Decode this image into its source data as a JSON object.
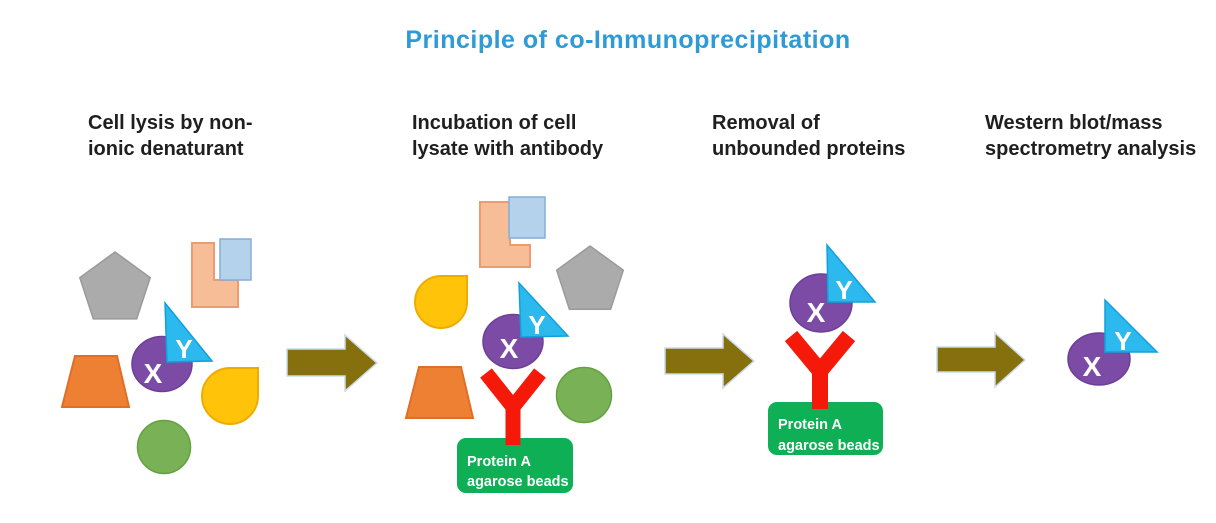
{
  "title": "Principle of co-Immunoprecipitation",
  "steps": [
    {
      "heading": "Cell lysis by non-\nionic denaturant",
      "shapes": [
        "gray-pentagon",
        "peach-l-shape",
        "light-blue-rectangle",
        "orange-trapezoid",
        "yellow-teardrop",
        "green-circle",
        "protein-x-purple-circle",
        "protein-y-cyan-triangle"
      ]
    },
    {
      "heading": "Incubation of cell\nlysate with antibody",
      "shapes": [
        "peach-l-shape",
        "light-blue-rectangle",
        "yellow-teardrop",
        "gray-pentagon",
        "orange-trapezoid",
        "green-circle",
        "protein-x-purple-circle",
        "protein-y-cyan-triangle",
        "red-antibody-y",
        "protein-a-agarose-beads"
      ]
    },
    {
      "heading": "Removal of\nunbounded proteins",
      "shapes": [
        "protein-x-purple-circle",
        "protein-y-cyan-triangle",
        "red-antibody-y",
        "protein-a-agarose-beads"
      ]
    },
    {
      "heading": "Western blot/mass\nspectrometry analysis",
      "shapes": [
        "protein-x-purple-circle",
        "protein-y-cyan-triangle"
      ]
    }
  ],
  "labels": {
    "protein_x": "X",
    "protein_y": "Y",
    "beads_line1": "Protein A",
    "beads_line2": "agarose beads"
  },
  "colors": {
    "title_blue": "#2E9BD6",
    "heading_text": "#1F1F1F",
    "arrow_olive": "#86700E",
    "pentagon_gray": "#ABABAB",
    "l_shape_peach": "#F6BD96",
    "rectangle_light_blue": "#B5D2ED",
    "triangle_cyan": "#2BB9EE",
    "circle_purple": "#7C4BA6",
    "trapezoid_orange": "#EE8034",
    "teardrop_yellow": "#FFC40A",
    "circle_green": "#79B256",
    "antibody_red": "#F5190A",
    "beads_green": "#0FAF55",
    "shape_label_white": "#FFFFFF"
  }
}
